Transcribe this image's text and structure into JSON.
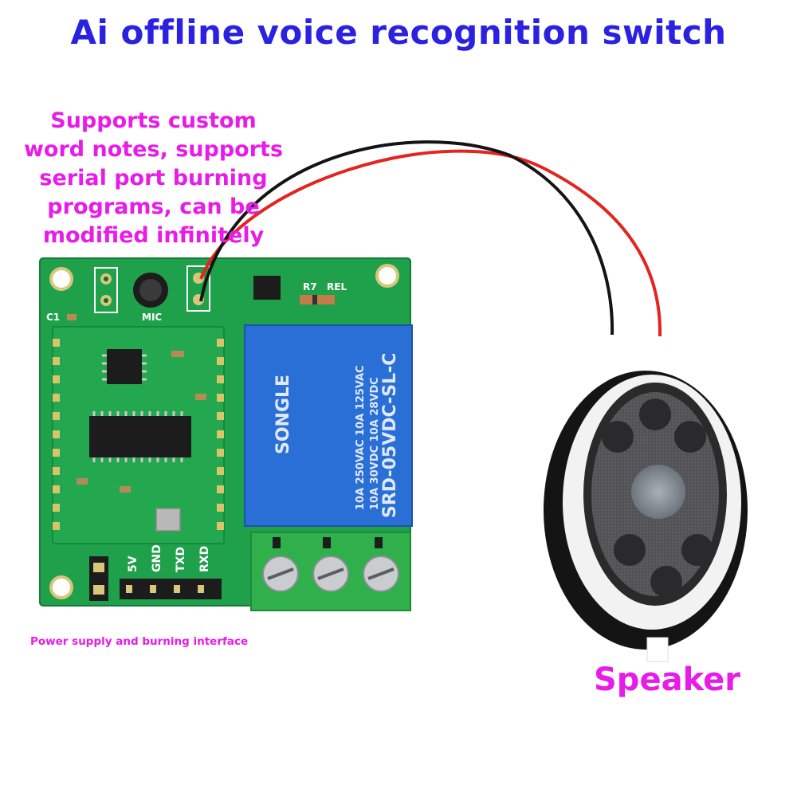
{
  "title": "Ai offline voice recognition switch",
  "feature_note": {
    "lines": [
      "Supports custom",
      "word notes, supports",
      "serial port burning",
      "programs, can be",
      "modified infinitely"
    ]
  },
  "captions": {
    "power_interface": "Power supply and burning interface",
    "speaker": "Speaker"
  },
  "board": {
    "header_pins": [
      "5V",
      "GND",
      "TXD",
      "RXD"
    ],
    "relay_lines": [
      "SONGLE",
      "SRD-05VDC-SL-C",
      "10A 250VAC 10A 125VAC",
      "10A 30VDC 10A 28VDC"
    ],
    "silkscreen": [
      "MIC",
      "C1",
      "R7",
      "REL"
    ]
  },
  "colors": {
    "title": "#2a22e0",
    "note": "#e81ce8",
    "pcb": "#1fa04a",
    "relay": "#2a6fd6",
    "terminal": "#2fb04a",
    "wire_red": "#e3241f",
    "wire_black": "#141414"
  }
}
